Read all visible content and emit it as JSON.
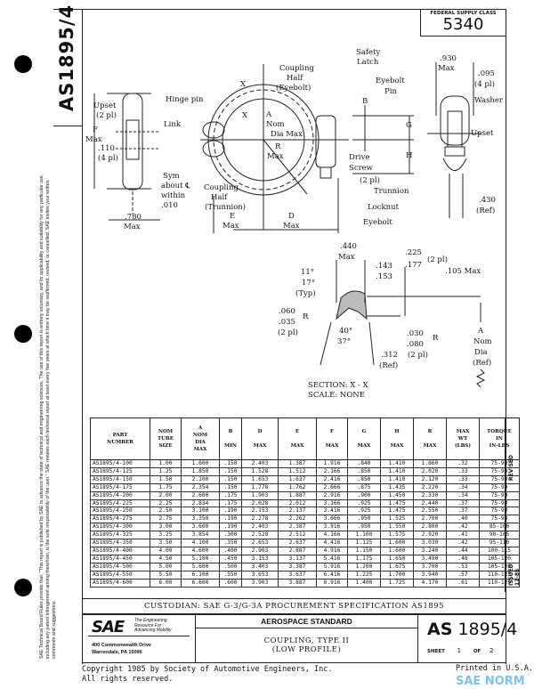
{
  "document": {
    "number_vertical": "AS1895/4",
    "federal_supply_class_label": "FEDERAL SUPPLY CLASS",
    "federal_supply_class": "5340",
    "disclaimer": "SAE Technical Board Rules provide that: \"This report is published by SAE to advance the state of technical and engineering sciences. The use of this report is entirely voluntary, and its applicability and suitability for any particular use, including any patent infringement arising therefrom, is the sole responsibility of the user.\" SAE reviews each technical report at least every five years at which time it may be reaffirmed, revised, or cancelled. SAE invites your written comments and suggestions."
  },
  "drawing": {
    "side_view": {
      "upset": "Upset",
      "upset_pl": "(2 pl)",
      "hinge_pin": "Hinge pin",
      "link": "Link",
      "f": "F",
      "f_max": "Max",
      "dim_110": ".110",
      "dim_110_pl": "(4 pl)",
      "sym1": "Sym",
      "sym2": "about ℄",
      "sym3": "within",
      "sym4": ".010",
      "dim_780": ".780",
      "dim_780_max": "Max"
    },
    "front_view": {
      "x_top": "X",
      "x_bottom": "X",
      "coupling_eyebolt_1": "Coupling",
      "coupling_eyebolt_2": "Half",
      "coupling_eyebolt_3": "(Eyebolt)",
      "a1": "A",
      "a2": "Nom",
      "a3": "Dia Max",
      "r1": "R",
      "r2": "Max",
      "coupling_trunnion_1": "Coupling",
      "coupling_trunnion_2": "Half",
      "coupling_trunnion_3": "(Trunnion)",
      "e": "E",
      "e_max": "Max",
      "d": "D",
      "d_max": "Max",
      "safety_latch_1": "Safety",
      "safety_latch_2": "Latch",
      "b": "B",
      "g": "G",
      "h": "H",
      "drive_screw_1": "Drive",
      "drive_screw_2": "Screw",
      "pl2": "(2 pl)",
      "trunnion": "Trunnion",
      "locknut": "Locknut",
      "eyebolt": "Eyebolt"
    },
    "end_view": {
      "dim_930": ".930",
      "dim_930_max": "Max",
      "dim_095": ".095",
      "dim_095_pl": "(4 pl)",
      "eyebolt_pin_1": "Eyebolt",
      "eyebolt_pin_2": "Pin",
      "washer": "Washer",
      "upset": "Upset",
      "dim_430": ".430",
      "dim_430_ref": "(Ref)"
    },
    "section": {
      "dim_440": ".440",
      "dim_440_max": "Max",
      "dim_225": ".225",
      "dim_225_pl": "(2 pl)",
      "dim_177": ".177",
      "dim_143": ".143",
      "dim_153": ".153",
      "dim_105": ".105 Max",
      "ang_11": "11°",
      "ang_17": "17°",
      "typ": "(Typ)",
      "dim_060": ".060",
      "dim_035": ".035",
      "pl_a": "(2 pl)",
      "r_a": "R",
      "ang_40": "40°",
      "ang_37": "37°",
      "dim_030": ".030",
      "dim_080": ".080",
      "pl_b": "(2 pl)",
      "r_b": "R",
      "dim_312": ".312",
      "ref_312": "(Ref)",
      "a1": "A",
      "a2": "Nom",
      "a3": "Dia",
      "a4": "(Ref)",
      "title": "SECTION:  X  -  X",
      "scale": "SCALE:  NONE"
    }
  },
  "table": {
    "headers": [
      [
        "PART",
        "NUMBER"
      ],
      [
        "NOM",
        "TUBE",
        "SIZE"
      ],
      [
        "A",
        "NOM",
        "DIA",
        "MAX"
      ],
      [
        "B",
        "",
        "MIN"
      ],
      [
        "D",
        "",
        "MAX"
      ],
      [
        "E",
        "",
        "MAX"
      ],
      [
        "F",
        "",
        "MAX"
      ],
      [
        "G",
        "",
        "MAX"
      ],
      [
        "H",
        "",
        "MAX"
      ],
      [
        "R",
        "",
        "MAX"
      ],
      [
        "MAX",
        "WT",
        "(LBS)"
      ],
      [
        "TORQUE",
        "IN",
        "IN-LBS"
      ]
    ],
    "rows": [
      [
        "AS1895/4-100",
        "1.00",
        "1.600",
        ".150",
        "2.403",
        "1.387",
        "1.916",
        ".840",
        "1.410",
        "1.860",
        ".32",
        "75-90"
      ],
      [
        "AS1895/4-125",
        "1.25",
        "1.850",
        ".150",
        "1.528",
        "1.512",
        "2.166",
        ".850",
        "1.410",
        "2.020",
        ".33",
        "75-90"
      ],
      [
        "AS1895/4-150",
        "1.50",
        "2.100",
        ".150",
        "1.653",
        "1.637",
        "2.416",
        ".850",
        "1.410",
        "2.120",
        ".33",
        "75-90"
      ],
      [
        "AS1895/4-175",
        "1.75",
        "2.354",
        ".150",
        "1.778",
        "1.762",
        "2.666",
        ".875",
        "1.435",
        "2.220",
        ".34",
        "75-90"
      ],
      [
        "AS1895/4-200",
        "2.00",
        "2.600",
        ".175",
        "1.903",
        "1.887",
        "2.916",
        ".900",
        "1.450",
        "2.330",
        ".34",
        "75-90"
      ],
      [
        "AS1895/4-225",
        "2.25",
        "2.834",
        ".175",
        "2.028",
        "2.012",
        "3.166",
        ".925",
        "1.475",
        "2.440",
        ".37",
        "75-90"
      ],
      [
        "AS1895/4-250",
        "2.50",
        "3.100",
        ".190",
        "2.153",
        "2.137",
        "3.416",
        ".925",
        "1.475",
        "2.550",
        ".37",
        "75-90"
      ],
      [
        "AS1895/4-275",
        "2.75",
        "3.350",
        ".190",
        "2.278",
        "2.262",
        "3.666",
        ".950",
        "1.525",
        "2.700",
        ".40",
        "75-90"
      ],
      [
        "AS1895/4-300",
        "3.00",
        "3.600",
        ".190",
        "2.403",
        "2.387",
        "3.916",
        ".950",
        "1.550",
        "2.800",
        ".42",
        "85-100"
      ],
      [
        "AS1895/4-325",
        "3.25",
        "3.854",
        ".300",
        "2.528",
        "2.512",
        "4.166",
        "1.100",
        "1.575",
        "2.920",
        ".41",
        "90-105"
      ],
      [
        "AS1895/4-350",
        "3.50",
        "4.100",
        ".350",
        "2.653",
        "2.637",
        "4.416",
        "1.125",
        "1.600",
        "3.030",
        ".42",
        "95-110"
      ],
      [
        "AS1895/4-400",
        "4.00",
        "4.600",
        ".400",
        "2.903",
        "2.887",
        "4.916",
        "1.150",
        "1.600",
        "3.240",
        ".44",
        "100-115"
      ],
      [
        "AS1895/4-450",
        "4.50",
        "5.100",
        ".450",
        "3.153",
        "3.137",
        "5.416",
        "1.175",
        "1.650",
        "3.490",
        ".48",
        "105-120"
      ],
      [
        "AS1895/4-500",
        "5.00",
        "5.600",
        ".500",
        "3.403",
        "3.387",
        "5.916",
        "1.200",
        "1.675",
        "3.700",
        ".53",
        "105-120"
      ],
      [
        "AS1895/4-550",
        "5.50",
        "6.100",
        ".550",
        "3.653",
        "3.637",
        "6.416",
        "1.225",
        "1.700",
        "3.940",
        ".57",
        "110-125"
      ],
      [
        "AS1895/4-600",
        "6.00",
        "6.600",
        ".600",
        "3.903",
        "3.887",
        "6.916",
        "1.400",
        "1.725",
        "4.170",
        ".61",
        "110-125"
      ]
    ]
  },
  "revision": {
    "revised": "REVISED",
    "issued": "ISSUED 12-85"
  },
  "custodian": "CUSTODIAN:  SAE G-3/G-3A     PROCUREMENT SPECIFICATION AS1895",
  "title_block": {
    "logo": "SAE",
    "tagline_1": "The Engineering",
    "tagline_2": "Resource For",
    "tagline_3": "Advancing Mobility",
    "address_1": "400 Commonwealth Drive",
    "address_2": "Warrendale, PA 15096",
    "category": "AEROSPACE STANDARD",
    "title_1": "COUPLING, TYPE II",
    "title_2": "(LOW PROFILE)",
    "doc_prefix": "AS",
    "doc_number": "1895/4",
    "sheet_label": "SHEET",
    "sheet": "1",
    "of_label": "OF",
    "sheets": "2"
  },
  "footer": {
    "copyright_1": "Copyright 1985 by Society of Automotive Engineers, Inc.",
    "copyright_2": "All rights reserved.",
    "printed": "Printed in U.S.A.",
    "watermark": "SAE NORM"
  }
}
